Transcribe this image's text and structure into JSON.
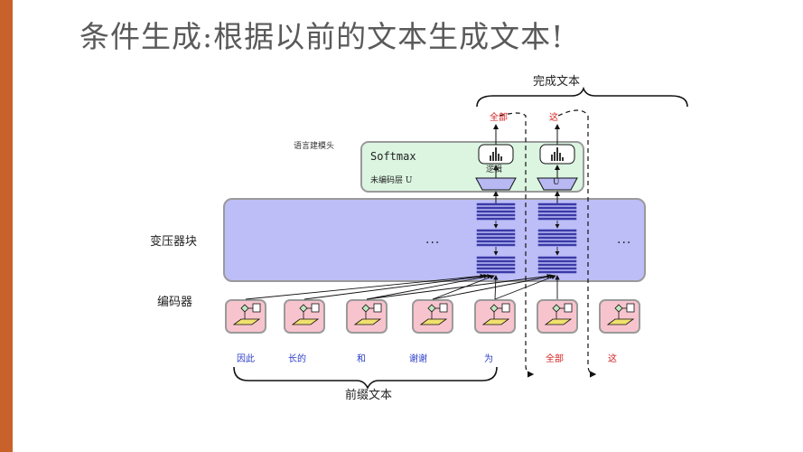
{
  "title": "条件生成:根据以前的文本生成文本!",
  "labels": {
    "completion": "完成文本",
    "prefix": "前缀文本",
    "lm_head": "语言建模头",
    "transformer": "变压器块",
    "encoder": "编码器",
    "softmax": "Softmax",
    "unembed": "未编码层 U",
    "logits": "逻辑",
    "u_letter": "U",
    "ellipsis": "..."
  },
  "output_tokens": [
    "全部",
    "这"
  ],
  "input_tokens": [
    {
      "text": "因此",
      "kind": "prefix"
    },
    {
      "text": "长的",
      "kind": "prefix"
    },
    {
      "text": "和",
      "kind": "prefix"
    },
    {
      "text": "谢谢",
      "kind": "prefix"
    },
    {
      "text": "为",
      "kind": "prefix"
    },
    {
      "text": "全部",
      "kind": "generated"
    },
    {
      "text": "这",
      "kind": "generated"
    }
  ],
  "colors": {
    "accent": "#c8612a",
    "prefix_token": "#2b3cc8",
    "generated_token": "#d62020",
    "lm_head_fill": "#dbf5e1",
    "transformer_fill": "#bdbdf7",
    "encoder_fill": "#f7c4ce"
  },
  "icons": {
    "embedding": "embedding-icon",
    "layer_stack": "layer-stack-icon",
    "distribution": "distribution-icon"
  }
}
